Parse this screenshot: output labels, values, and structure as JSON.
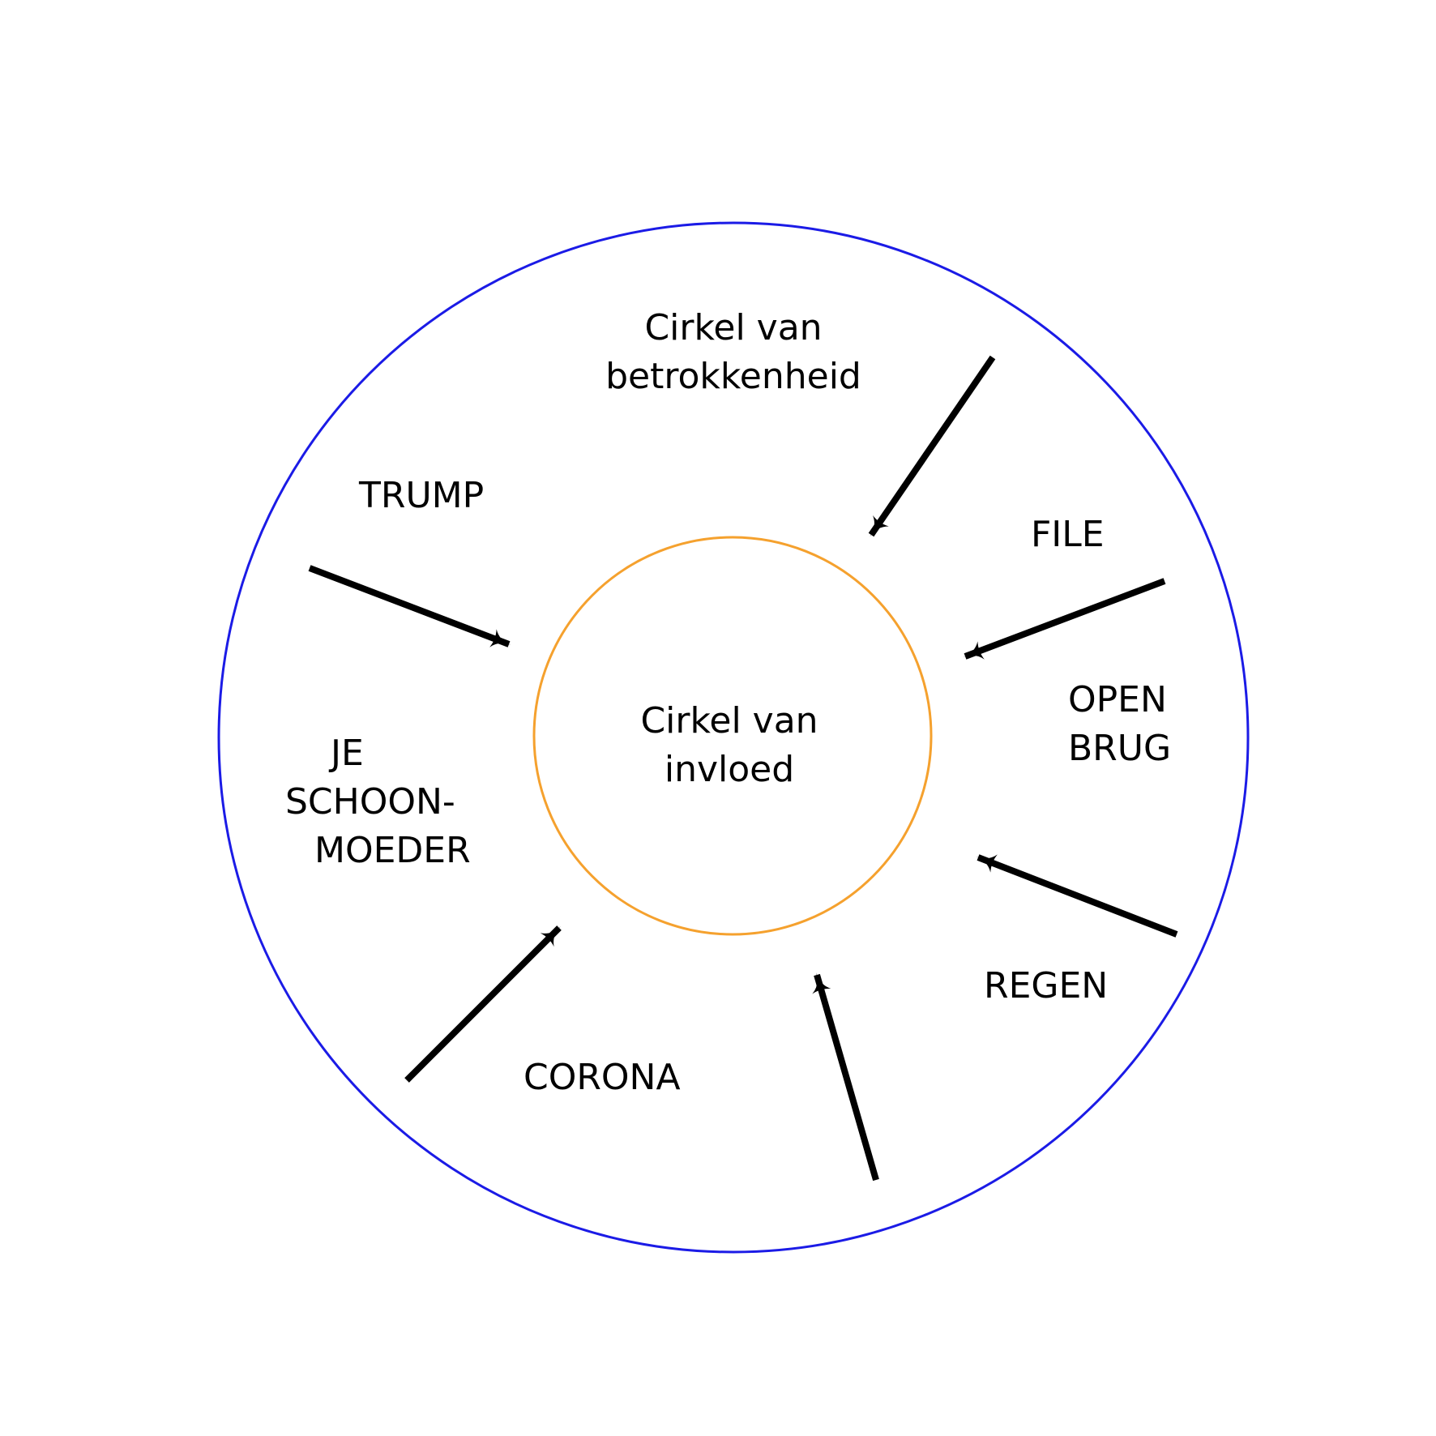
{
  "colors": {
    "outer_circle": "#1b1be6",
    "inner_circle": "#f5a12e",
    "arrows": "#000000",
    "text": "#000000",
    "background": "#ffffff"
  },
  "outer_circle": {
    "label_line1": "Cirkel van",
    "label_line2": "betrokkenheid"
  },
  "inner_circle": {
    "label_line1": "Cirkel van",
    "label_line2": "invloed"
  },
  "concerns": {
    "trump": "TRUMP",
    "file": "FILE",
    "open_brug_line1": "OPEN",
    "open_brug_line2": "BRUG",
    "schoonmoeder_line1": "JE",
    "schoonmoeder_line2": "SCHOON-",
    "schoonmoeder_line3": "MOEDER",
    "regen": "REGEN",
    "corona": "CORONA"
  },
  "arrows": [
    {
      "name": "arrow-top-right",
      "direction": "inward"
    },
    {
      "name": "arrow-upper-left",
      "direction": "inward"
    },
    {
      "name": "arrow-upper-right",
      "direction": "inward"
    },
    {
      "name": "arrow-lower-right",
      "direction": "inward"
    },
    {
      "name": "arrow-lower-left",
      "direction": "inward"
    },
    {
      "name": "arrow-bottom",
      "direction": "inward"
    }
  ]
}
